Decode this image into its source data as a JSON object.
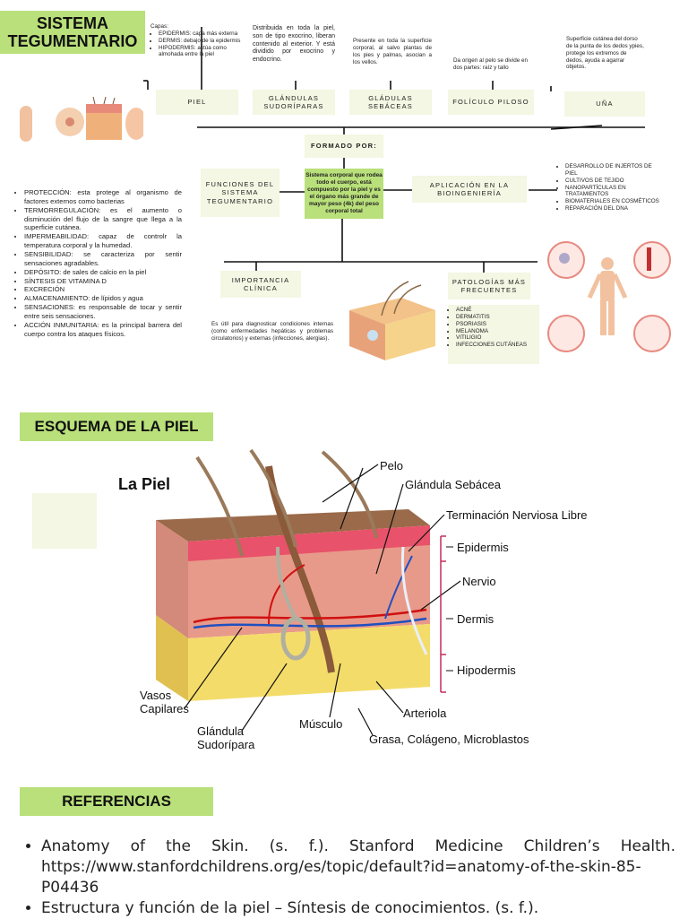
{
  "title": "SISTEMA TEGUMENTARIO",
  "top_notes": {
    "piel_capas_title": "Capas:",
    "piel_capas": [
      "EPIDERMIS: capa más externa",
      "DERMIS: debajo de la epidermis",
      "HIPODERMIS: actúa como almohada entre la piel"
    ],
    "glandulas_sudoriparas": "Distribuida en toda la piel, son de tipo exocrino, liberan contenido al exterior. Y está dividido por exocrino y endocrino.",
    "glandulas_sebaceas": "Presente en toda la superficie corporal, al salvo plantas de los pies y palmas, asocian a los vellos.",
    "foliculo": "Da origen al pelo se divide en dos partes: raíz y tallo",
    "una": "Superficie cutánea del dorso de la punta de los dedos ypies, protege los extremos de dedos, ayuda a agarrar objetos."
  },
  "nodes": {
    "piel": "PIEL",
    "glandulas_sudoriparas": "GLÁNDULAS SUDORÍPARAS",
    "glandulas_sebaceas": "GLÁDULAS SEBÁCEAS",
    "foliculo": "FOLÍCULO PILOSO",
    "una": "UÑA",
    "formado": "FORMADO POR:",
    "funciones": "FUNCIONES DEL SISTEMA TEGUMENTARIO",
    "central": "Sistema corporal que rodea todo el cuerpo, está compuesto por la piel y es el órgano más grande de mayor peso (4k) del peso corporal total",
    "aplicacion": "APLICACIÓN EN LA BIOINGENIERÍA",
    "importancia": "IMPORTANCIA CLÍNICA",
    "patologias": "PATOLOGÍAS MÁS FRECUENTES"
  },
  "funciones_list": [
    "PROTECCIÓN: esta protege al organismo de factores externos como bacterias",
    "TERMORREGULACIÓN: es el aumento o disminución del flujo de la sangre que llega a la superficie cutánea.",
    "IMPERMEABILIDAD: capaz de controlr la temperatura corporal y la humedad.",
    "SENSIBILIDAD: se caracteriza por sentir sensaciones agradables.",
    "DEPÓSITO: de sales de calcio en la piel",
    "SÍNTESIS DE VITAMINA D",
    "EXCRECIÓN",
    "ALMACENAMIENTO: de lípidos y agua",
    "SENSACIONES: es responsable de tocar y sentir entre seis sensaciones.",
    "ACCIÓN INMUNITARIA: es la principal barrera del cuerpo contra los ataques físicos."
  ],
  "bioingenieria_list": [
    "DESARROLLO DE INJERTOS DE PIEL",
    "CULTIVOS DE TEJIDO",
    "NANOPARTÍCULAS EN TRATAMIENTOS",
    "BIOMATERIALES EN COSMÉTICOS",
    "REPARACIÓN DEL DNA"
  ],
  "importancia_text": "Es útil para diagnosticar condiciones internas (como enfermedades hepáticas y problemas circulatorios) y externas (infecciones, alergias).",
  "patologias_list": [
    "ACNÉ",
    "DERMATITIS",
    "PSORIASIS",
    "MELANOMA",
    "VITILIGIO",
    "INFECCIONES CUTÁNEAS"
  ],
  "esquema_title": "ESQUEMA DE LA PIEL",
  "diagram": {
    "title": "La Piel",
    "labels": {
      "pelo": "Pelo",
      "glandula_sebacea": "Glándula Sebácea",
      "terminacion": "Terminación Nerviosa Libre",
      "epidermis": "Epidermis",
      "nervio": "Nervio",
      "dermis": "Dermis",
      "hipodermis": "Hipodermis",
      "vasos": "Vasos",
      "capilares": "Capilares",
      "arteriola": "Arteriola",
      "musculo": "Músculo",
      "glandula_sud_1": "Glándula",
      "glandula_sud_2": "Sudorípara",
      "grasa": "Grasa, Colágeno, Microblastos"
    }
  },
  "referencias_title": "REFERENCIAS",
  "referencias": [
    "Anatomy of the Skin. (s. f.). Stanford Medicine Children’s Health. https://www.stanfordchildrens.org/es/topic/default?id=anatomy-of-the-skin-85-P04436",
    "Estructura y función de la piel – Síntesis de conocimientos. (s. f.)."
  ]
}
